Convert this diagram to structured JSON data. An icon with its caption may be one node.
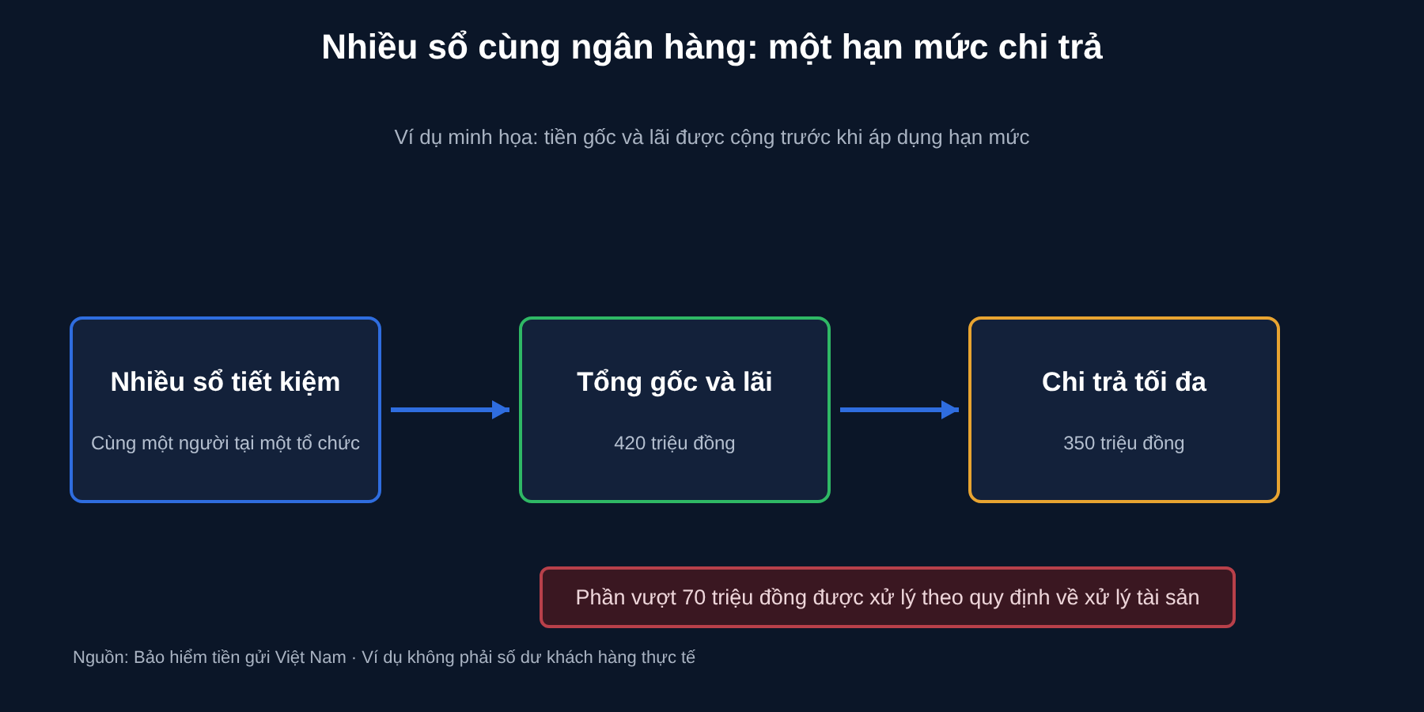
{
  "diagram": {
    "title": "Nhiều sổ cùng ngân hàng: một hạn mức chi trả",
    "caption": "Nguồn: Bảo hiểm tiền gửi Việt Nam · Ví dụ không phải số dư khách hàng thực tế",
    "nodes": [
      {
        "text": [
          "Nhiều sổ tiết kiệm",
          "Cùng một người tại một tổ chức"
        ]
      },
      {
        "text": [
          "Tổng gốc và lãi",
          "420 triệu đồng"
        ]
      },
      {
        "text": [
          "Chi trả tối đa",
          "350 triệu đồng"
        ]
      },
      {
        "text": [
          "Phần vượt 70 triệu đồng được xử lý theo quy định về xử lý tài sản"
        ]
      }
    ],
    "edges": [
      {
        "from": 0,
        "to": 1,
        "arrow": "to"
      },
      {
        "from": 1,
        "to": 2,
        "arrow": "to"
      }
    ],
    "labels": [
      "Ví dụ minh họa: tiền gốc và lãi được cộng trước khi áp dụng hạn mức"
    ]
  }
}
